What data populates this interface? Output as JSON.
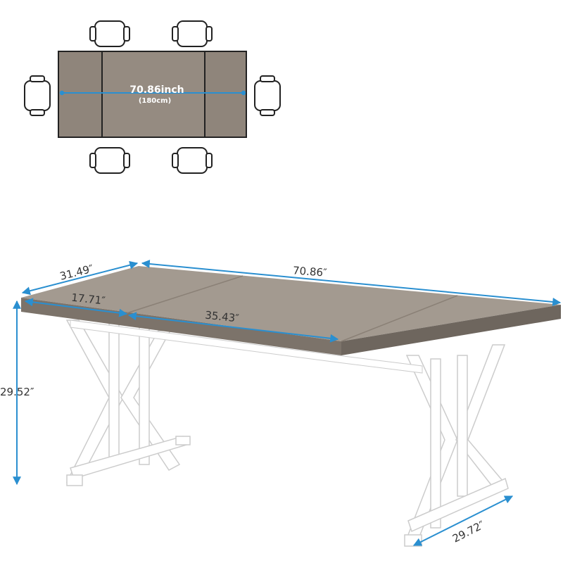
{
  "top_view": {
    "length_label": "70.86inch",
    "length_metric": "(180cm)",
    "chairs": 6
  },
  "dimensions": {
    "depth": "31.49″",
    "length": "70.86″",
    "half_depth": "17.71″",
    "half_length": "35.43″",
    "height": "29.52″",
    "leg_base": "29.72″"
  },
  "colors": {
    "dimension_line": "#2a8fd0",
    "wood": "#8f857b",
    "frame": "#ffffff"
  }
}
